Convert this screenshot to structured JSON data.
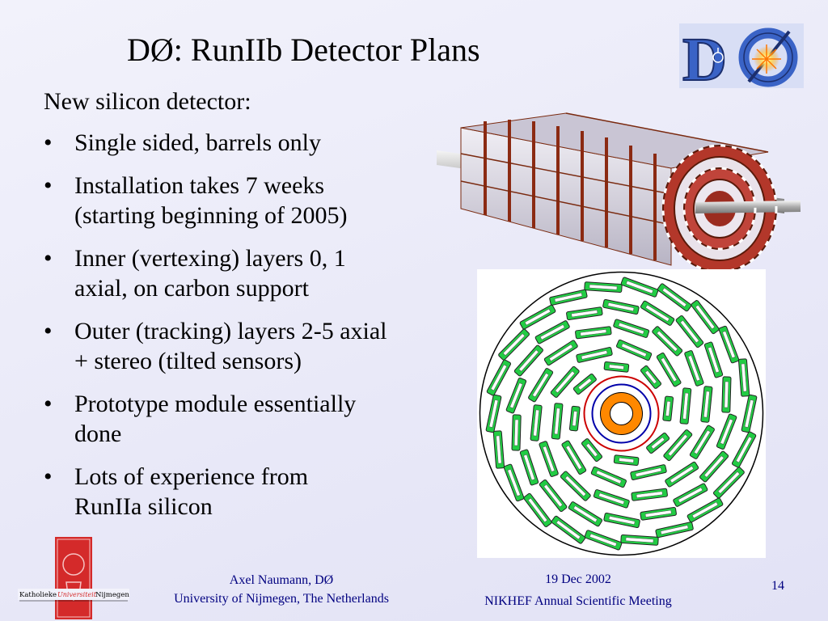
{
  "slide": {
    "title": "DØ: RunIIb Detector Plans",
    "intro": "New silicon detector:",
    "bullets": [
      {
        "line1": "Single sided, barrels only",
        "line2": ""
      },
      {
        "line1": "Installation takes 7 weeks",
        "line2": "(starting beginning of 2005)"
      },
      {
        "line1": "Inner (vertexing) layers 0, 1",
        "line2": "axial, on carbon support"
      },
      {
        "line1": "Outer (tracking) layers 2-5 axial",
        "line2": "+ stereo (tilted sensors)"
      },
      {
        "line1": "Prototype module essentially",
        "line2": "done"
      },
      {
        "line1": "Lots of experience from",
        "line2": "RunIIa silicon"
      }
    ],
    "bullet_glyph": "•"
  },
  "logos": {
    "d0_logo_text": "DØ",
    "university_logo_text_left": "Katholieke",
    "university_logo_text_mid": "Universiteit",
    "university_logo_text_right": "Nijmegen"
  },
  "footer": {
    "author": "Axel Naumann, DØ",
    "affiliation": "University of Nijmegen, The Netherlands",
    "date": "19 Dec 2002",
    "meeting": "NIKHEF Annual Scientific Meeting",
    "page_number": "14"
  },
  "colors": {
    "footer_text": "#000080",
    "d0_blue": "#3a63c6",
    "uni_red": "#d42a2a",
    "module_green": "#22cc44"
  }
}
